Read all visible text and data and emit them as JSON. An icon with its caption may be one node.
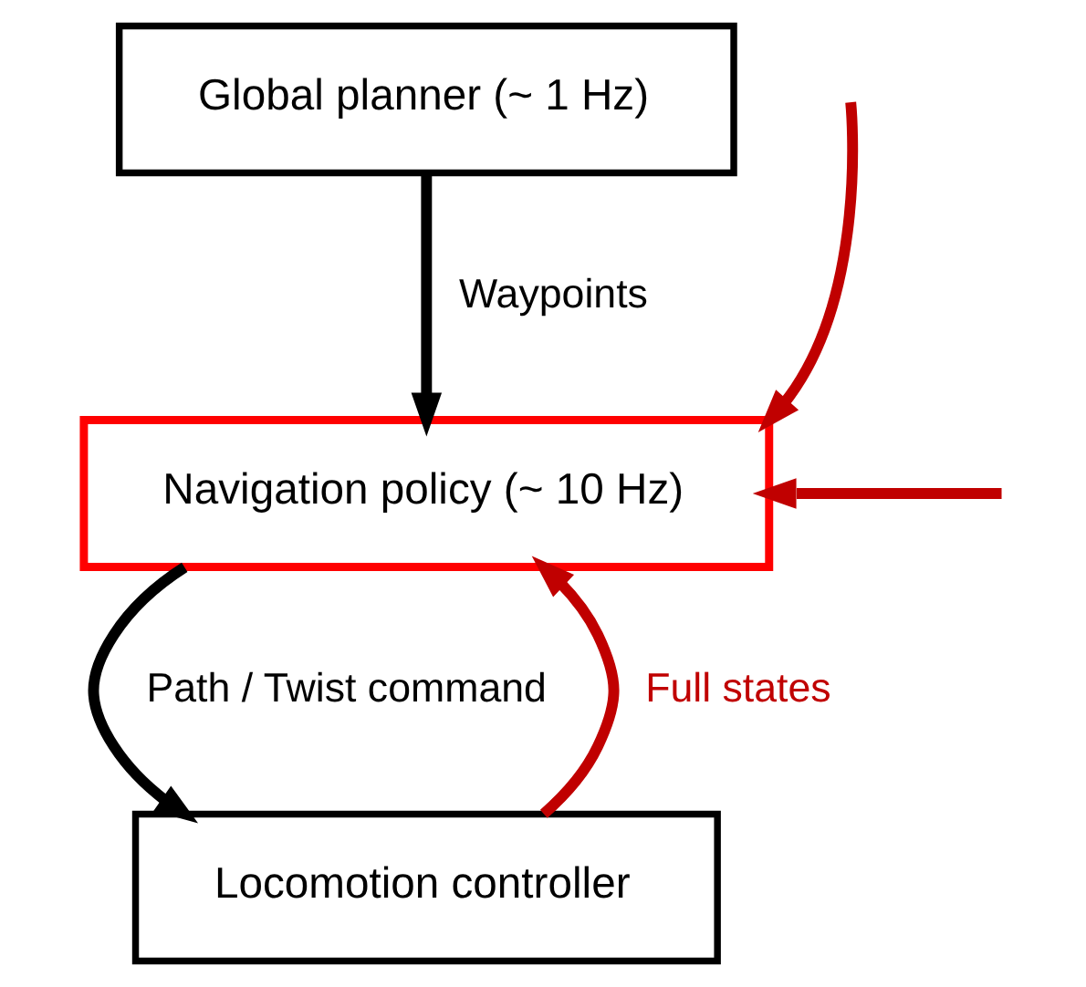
{
  "diagram": {
    "nodes": [
      {
        "text": [
          "Global planner (~ 1 Hz)"
        ]
      },
      {
        "text": [
          "Navigation policy (~ 10 Hz)"
        ]
      },
      {
        "text": [
          "Locomotion controller"
        ]
      }
    ],
    "edges": [
      {
        "from": 0,
        "to": 1,
        "arrow": "to",
        "label": "Waypoints",
        "color": "#000000"
      },
      {
        "from": 1,
        "to": 2,
        "arrow": "to",
        "label": "Path / Twist command",
        "color": "#000000"
      },
      {
        "from": 2,
        "to": 1,
        "arrow": "to",
        "label": "Full states",
        "color": "#c00000"
      },
      {
        "from": null,
        "to": 1,
        "arrow": "to",
        "color": "#c00000"
      },
      {
        "from": null,
        "to": 1,
        "arrow": "to",
        "color": "#c00000"
      }
    ]
  }
}
